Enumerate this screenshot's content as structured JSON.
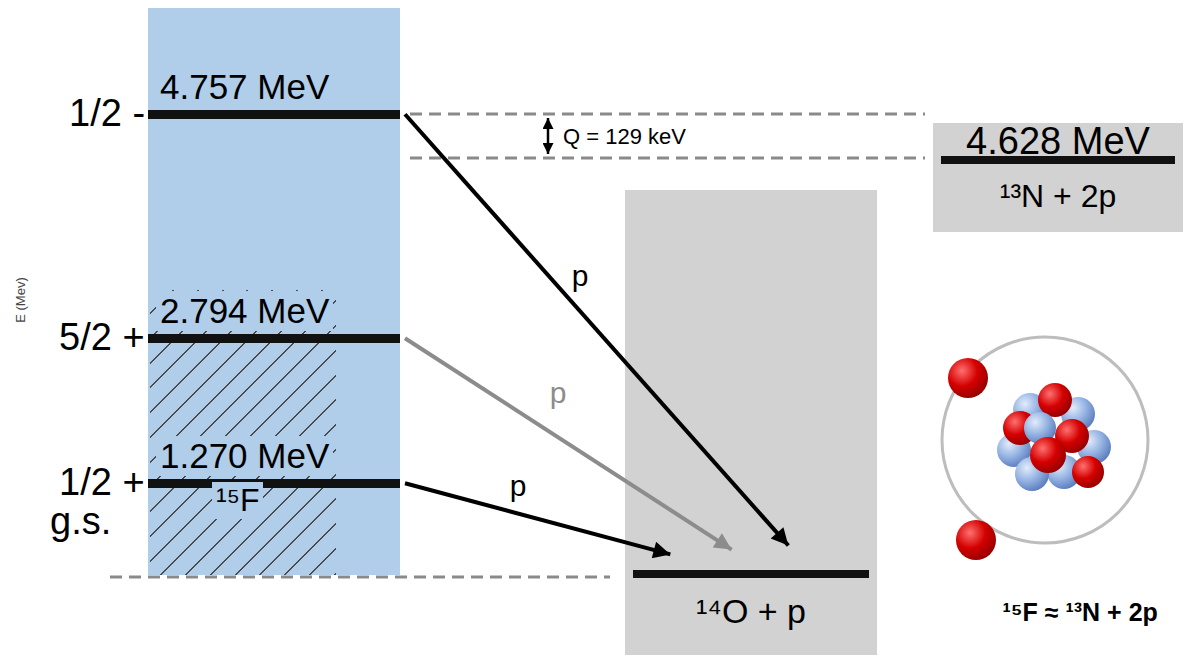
{
  "diagram": {
    "nodes": [
      {
        "text": [
          "¹⁵F"
        ]
      },
      {
        "text": [
          "4.757 MeV"
        ],
        "in": 0
      },
      {
        "text": [
          "2.794 MeV"
        ],
        "in": 0
      },
      {
        "text": [
          "1.270 MeV"
        ],
        "in": 0
      },
      {
        "text": [
          "4.628 MeV",
          "¹³N + 2p"
        ]
      },
      {
        "text": [
          "¹⁴O + p"
        ]
      }
    ],
    "edges": [
      {
        "from": 1,
        "to": 5,
        "arrow": "to",
        "label": "p"
      },
      {
        "from": 2,
        "to": 5,
        "arrow": "to",
        "label": "p"
      },
      {
        "from": 3,
        "to": 5,
        "arrow": "to",
        "label": "p"
      }
    ],
    "labels": [
      "1/2 -",
      "5/2 +",
      "1/2 +",
      "g.s.",
      "E (Mev)",
      "Q = 129 keV",
      "¹⁵F ≈ ¹³N + 2p"
    ]
  }
}
